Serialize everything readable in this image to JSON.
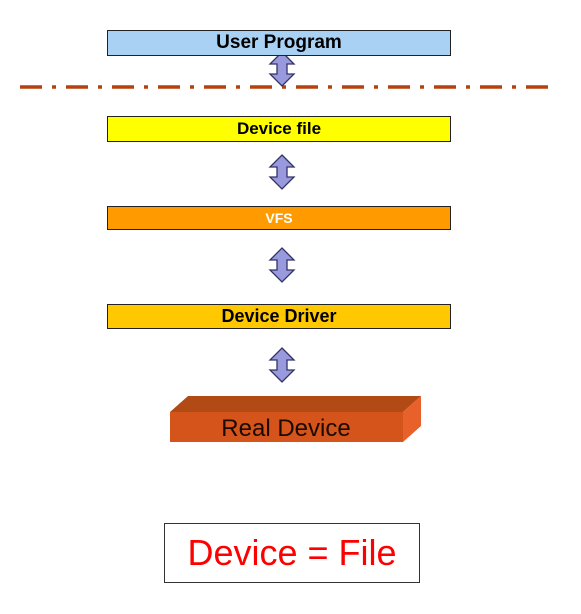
{
  "layers": {
    "user_program": "User Program",
    "device_file": "Device file",
    "vfs": "VFS",
    "device_driver": "Device Driver",
    "real_device": "Real Device"
  },
  "equation": "Device = File",
  "colors": {
    "user_program": "#a9d1f4",
    "device_file": "#ffff00",
    "vfs": "#ff9a00",
    "device_driver": "#ffc800",
    "real_device_front": "#d4541c",
    "real_device_top": "#b24a15",
    "real_device_side": "#e8602a",
    "arrow_fill": "#9999dd",
    "dash_line": "#b5410f",
    "equation_text": "#ff0000"
  },
  "icons": {
    "arrow": "double-vertical-arrow",
    "separator": "dash-dot-line"
  }
}
